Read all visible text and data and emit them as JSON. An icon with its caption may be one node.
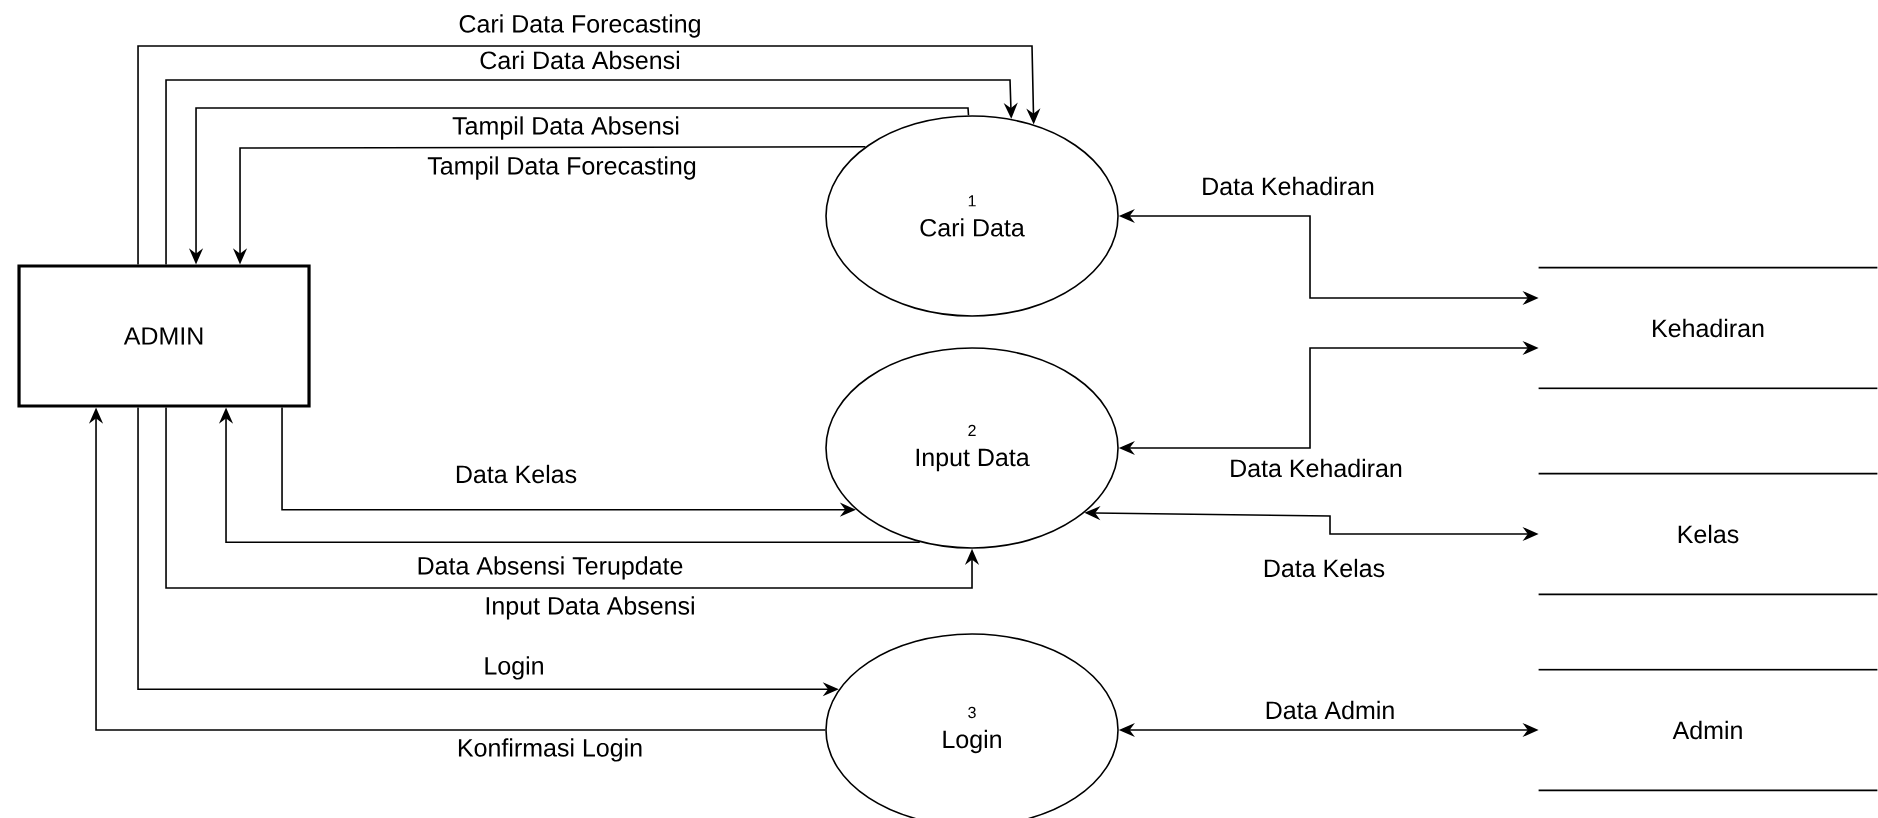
{
  "diagram": {
    "nodes": [
      {
        "text": [
          "ADMIN"
        ]
      },
      {
        "text": [
          "1",
          "Cari Data"
        ]
      },
      {
        "text": [
          "2",
          "Input Data"
        ]
      },
      {
        "text": [
          "3",
          "Login"
        ]
      },
      {
        "text": [
          "Kehadiran"
        ]
      },
      {
        "text": [
          "Kelas"
        ]
      },
      {
        "text": [
          "Admin"
        ]
      }
    ],
    "edges": [
      {
        "from": 0,
        "to": 1,
        "arrow": "to",
        "label": "Cari Data Forecasting"
      },
      {
        "from": 0,
        "to": 1,
        "arrow": "to",
        "label": "Cari Data Absensi"
      },
      {
        "from": 1,
        "to": 0,
        "arrow": "to",
        "label": "Tampil Data Absensi"
      },
      {
        "from": 1,
        "to": 0,
        "arrow": "to",
        "label": "Tampil Data Forecasting"
      },
      {
        "from": 1,
        "to": 4,
        "arrow": "both",
        "label": "Data Kehadiran"
      },
      {
        "from": 2,
        "to": 4,
        "arrow": "both",
        "label": "Data Kehadiran"
      },
      {
        "from": 2,
        "to": 5,
        "arrow": "both",
        "label": "Data Kelas"
      },
      {
        "from": 3,
        "to": 6,
        "arrow": "both",
        "label": "Data Admin"
      },
      {
        "from": 0,
        "to": 2,
        "arrow": "to",
        "label": "Data Kelas"
      },
      {
        "from": 2,
        "to": 0,
        "arrow": "to",
        "label": "Data Absensi Terupdate"
      },
      {
        "from": 0,
        "to": 2,
        "arrow": "to",
        "label": "Input Data Absensi"
      },
      {
        "from": 0,
        "to": 3,
        "arrow": "to",
        "label": "Login"
      },
      {
        "from": 3,
        "to": 0,
        "arrow": "to",
        "label": "Konfirmasi Login"
      }
    ]
  }
}
